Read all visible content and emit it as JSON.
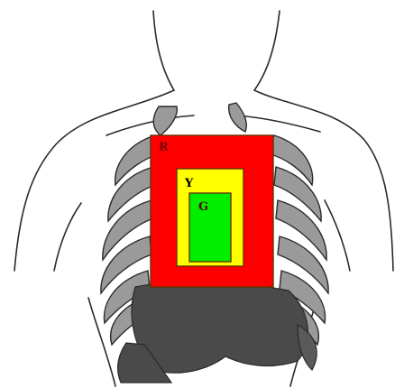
{
  "illustration": {
    "subject": "anatomical-thorax",
    "line_color": "#2a2a2a",
    "organ_fill": "#4a4a4a",
    "rib_fill": "#9a9a9a"
  },
  "zones": {
    "red": {
      "label": "R",
      "fill": "#ff0000",
      "label_color": "#7a0000"
    },
    "yellow": {
      "label": "Y",
      "fill": "#ffff00",
      "label_color": "#000000"
    },
    "green": {
      "label": "G",
      "fill": "#00ee00",
      "label_color": "#5a0000"
    }
  },
  "border_color": "#6a3000"
}
